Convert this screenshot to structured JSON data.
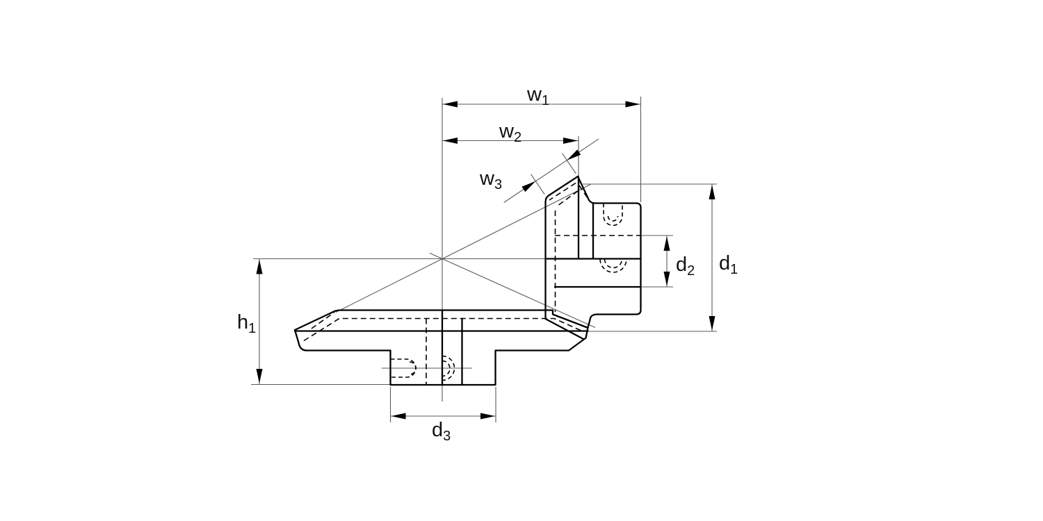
{
  "drawing": {
    "type": "engineering-drawing",
    "subject": "bevel-gear-pair-cross-section",
    "colors": {
      "background": "#ffffff",
      "outline": "#000000",
      "thin_line": "#5a5a5a",
      "text": "#111111"
    },
    "labels": {
      "w1": {
        "main": "w",
        "sub": "1"
      },
      "w2": {
        "main": "w",
        "sub": "2"
      },
      "w3": {
        "main": "w",
        "sub": "3"
      },
      "d1": {
        "main": "d",
        "sub": "1"
      },
      "d2": {
        "main": "d",
        "sub": "2"
      },
      "d3": {
        "main": "d",
        "sub": "3"
      },
      "h1": {
        "main": "h",
        "sub": "1"
      }
    }
  }
}
